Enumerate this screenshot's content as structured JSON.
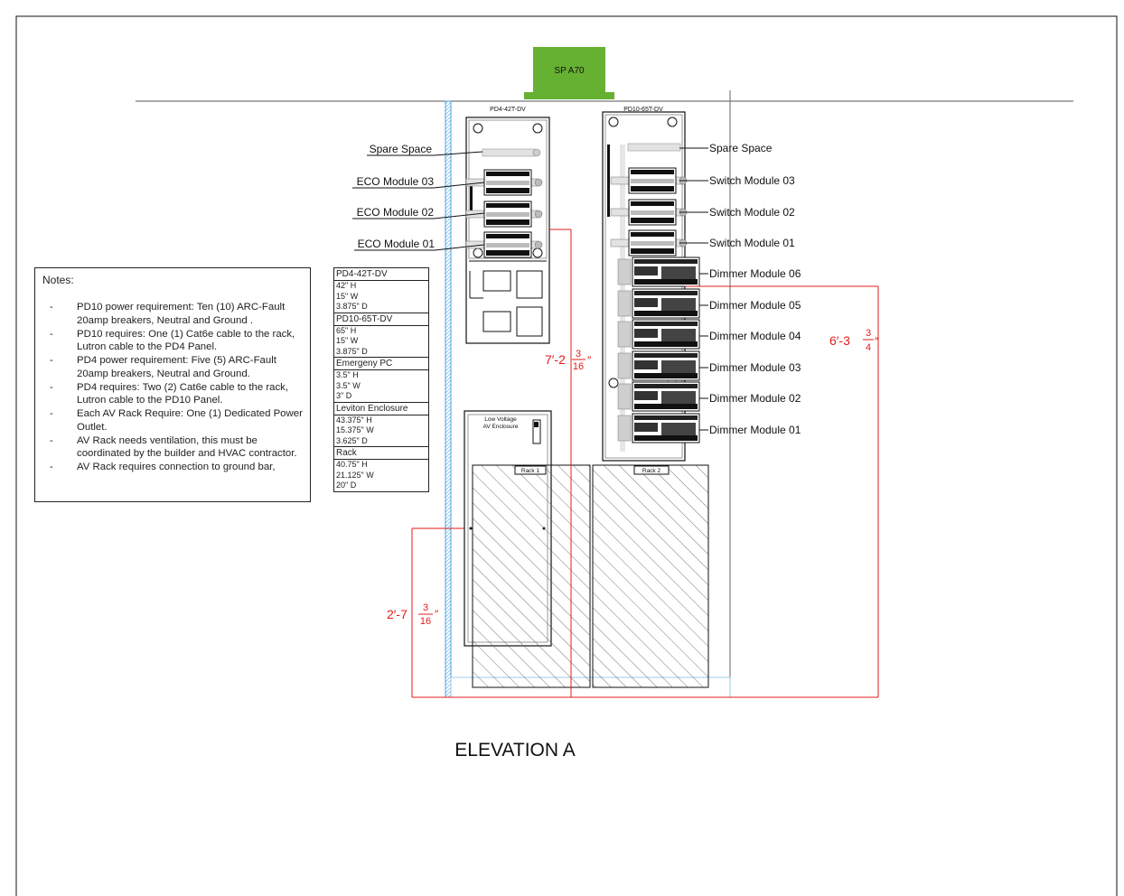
{
  "header": {
    "equipment_label": "SP A70"
  },
  "panels": {
    "pd4_label": "PD4-42T-DV",
    "pd10_label": "PD10-65T-DV",
    "enclosure_label_line1": "Low Voltage",
    "enclosure_label_line2": "AV Enclosure",
    "rack1_label": "Rack 1",
    "rack2_label": "Rack 2"
  },
  "callouts_left": [
    "Spare Space",
    "ECO Module 03",
    "ECO Module 02",
    "ECO Module 01"
  ],
  "callouts_right": [
    "Spare Space",
    "Switch Module 03",
    "Switch Module 02",
    "Switch Module 01",
    "Dimmer Module 06",
    "Dimmer Module 05",
    "Dimmer Module 04",
    "Dimmer Module 03",
    "Dimmer Module 02",
    "Dimmer Module 01"
  ],
  "dimensions": {
    "d1_main": "7′-2",
    "d1_num": "3",
    "d1_den": "16",
    "d1_unit": "″",
    "d2_main": "6′-3",
    "d2_num": "3",
    "d2_den": "4",
    "d2_unit": "″",
    "d3_main": "2′-7",
    "d3_num": "3",
    "d3_den": "16",
    "d3_unit": "″"
  },
  "notes": {
    "title": "Notes:",
    "items": [
      "PD10 power requirement: Ten (10) ARC-Fault 20amp breakers, Neutral and Ground .",
      "PD10 requires: One (1) Cat6e cable to the rack, Lutron cable to the PD4 Panel.",
      "PD4 power requirement: Five (5) ARC-Fault 20amp breakers, Neutral and Ground.",
      "PD4 requires: Two (2) Cat6e cable to the rack, Lutron cable to the PD10 Panel.",
      "Each AV Rack Require: One (1) Dedicated Power Outlet.",
      "AV Rack needs ventilation, this must be coordinated by the builder and HVAC contractor.",
      "AV Rack requires connection to ground bar,"
    ]
  },
  "specs": [
    {
      "name": "PD4-42T-DV",
      "values": [
        "42\" H",
        "15\" W",
        "3.875\" D"
      ]
    },
    {
      "name": "PD10-65T-DV",
      "values": [
        "65\" H",
        "15\" W",
        "3.875\" D"
      ]
    },
    {
      "name": "Emergeny PC",
      "values": [
        "3.5\" H",
        "3.5\" W",
        "3\" D"
      ]
    },
    {
      "name": "Leviton Enclosure",
      "values": [
        "43.375\" H",
        "15.375\" W",
        "3.625\" D"
      ]
    },
    {
      "name": "Rack",
      "values": [
        "40.75\" H",
        "21.125\" W",
        "20\" D"
      ]
    }
  ],
  "footer": {
    "title": "ELEVATION  A"
  },
  "colors": {
    "equipment_green": "#66b032",
    "dimension_red": "#e31b1b",
    "wall_blue": "#4aa3df"
  }
}
